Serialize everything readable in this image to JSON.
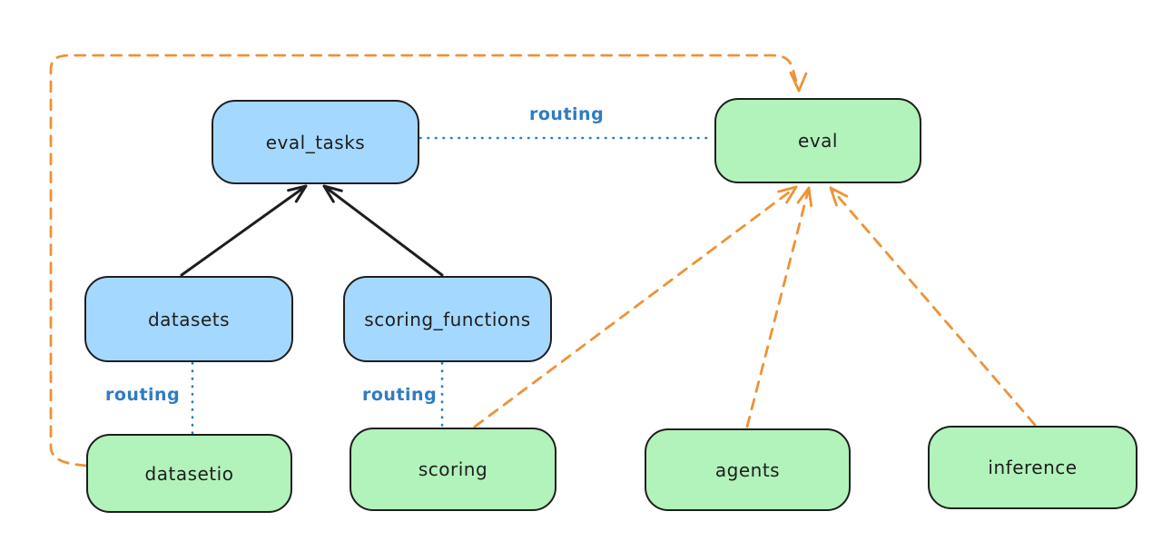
{
  "colors": {
    "background": "#ffffff",
    "blue_node_fill": "#a5d8ff",
    "green_node_fill": "#b2f2bb",
    "node_border": "#1e1e1e",
    "node_text": "#1e1e1e",
    "black_arrow": "#1e1e1e",
    "routing_blue": "#2e7cc3",
    "orange_arrow": "#ec9335"
  },
  "diagram": {
    "nodes": [
      {
        "id": "eval_tasks",
        "label": "eval_tasks",
        "color": "blue"
      },
      {
        "id": "eval",
        "label": "eval",
        "color": "green"
      },
      {
        "id": "datasets",
        "label": "datasets",
        "color": "blue"
      },
      {
        "id": "scoring_functions",
        "label": "scoring_functions",
        "color": "blue"
      },
      {
        "id": "datasetio",
        "label": "datasetio",
        "color": "green"
      },
      {
        "id": "scoring",
        "label": "scoring",
        "color": "green"
      },
      {
        "id": "agents",
        "label": "agents",
        "color": "green"
      },
      {
        "id": "inference",
        "label": "inference",
        "color": "green"
      }
    ],
    "edges": [
      {
        "from": "datasets",
        "to": "eval_tasks",
        "style": "solid-black-arrow",
        "label": ""
      },
      {
        "from": "scoring_functions",
        "to": "eval_tasks",
        "style": "solid-black-arrow",
        "label": ""
      },
      {
        "from": "eval_tasks",
        "to": "eval",
        "style": "blue-dotted",
        "label": "routing"
      },
      {
        "from": "datasets",
        "to": "datasetio",
        "style": "blue-dotted",
        "label": "routing"
      },
      {
        "from": "scoring_functions",
        "to": "scoring",
        "style": "blue-dotted",
        "label": "routing"
      },
      {
        "from": "datasetio",
        "to": "eval",
        "style": "orange-dashed-arrow",
        "label": ""
      },
      {
        "from": "scoring",
        "to": "eval",
        "style": "orange-dashed-arrow",
        "label": ""
      },
      {
        "from": "agents",
        "to": "eval",
        "style": "orange-dashed-arrow",
        "label": ""
      },
      {
        "from": "inference",
        "to": "eval",
        "style": "orange-dashed-arrow",
        "label": ""
      }
    ]
  }
}
